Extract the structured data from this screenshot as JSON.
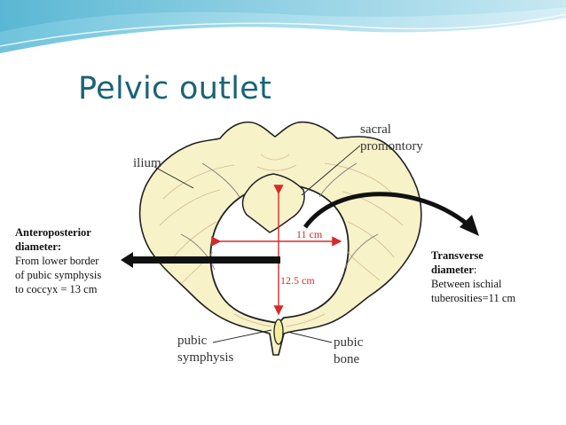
{
  "slide": {
    "title": "Pelvic outlet",
    "accent_color": "#1a6377"
  },
  "figure": {
    "labels": {
      "sacral_1": "sacral",
      "sacral_2": "promontory",
      "ilium": "ilium",
      "transverse_measure": "11 cm",
      "ap_measure": "12.5 cm",
      "pubic_symphysis_1": "pubic",
      "pubic_symphysis_2": "symphysis",
      "pubic_bone_1": "pubic",
      "pubic_bone_2": "bone"
    }
  },
  "left_note": {
    "line1": "Anteroposterior",
    "line2": "diameter:",
    "line3": "From lower border",
    "line4": "of pubic symphysis",
    "line5": "to coccyx = 13 cm"
  },
  "right_note": {
    "line1": "Transverse",
    "line2": "diameter",
    "line2_suffix": ":",
    "line3": "Between ischial",
    "line4": "tuberosities=11 cm"
  }
}
